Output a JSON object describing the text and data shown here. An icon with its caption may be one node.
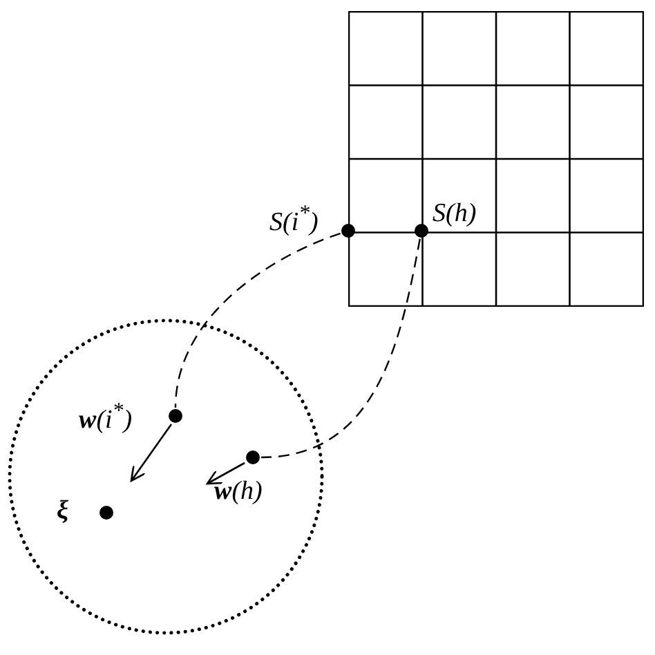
{
  "diagram": {
    "nodes": [
      {
        "text": [],
        "shape": "box"
      },
      {
        "text": [
          "S(i$^{*}$)"
        ],
        "in": 0
      },
      {
        "text": [
          "S(h)"
        ],
        "in": 0
      },
      {
        "text": [],
        "shape": "circle"
      },
      {
        "text": [
          "**w**(i$^{*}$)"
        ],
        "in": 3
      },
      {
        "text": [
          "**w**(h)"
        ],
        "in": 3
      },
      {
        "text": [
          "ξ"
        ],
        "in": 3
      }
    ],
    "edges": [
      {
        "from": 1,
        "to": 4,
        "arrow": "none",
        "style": "dashed"
      },
      {
        "from": 2,
        "to": 5,
        "arrow": "none",
        "style": "dashed"
      }
    ]
  }
}
